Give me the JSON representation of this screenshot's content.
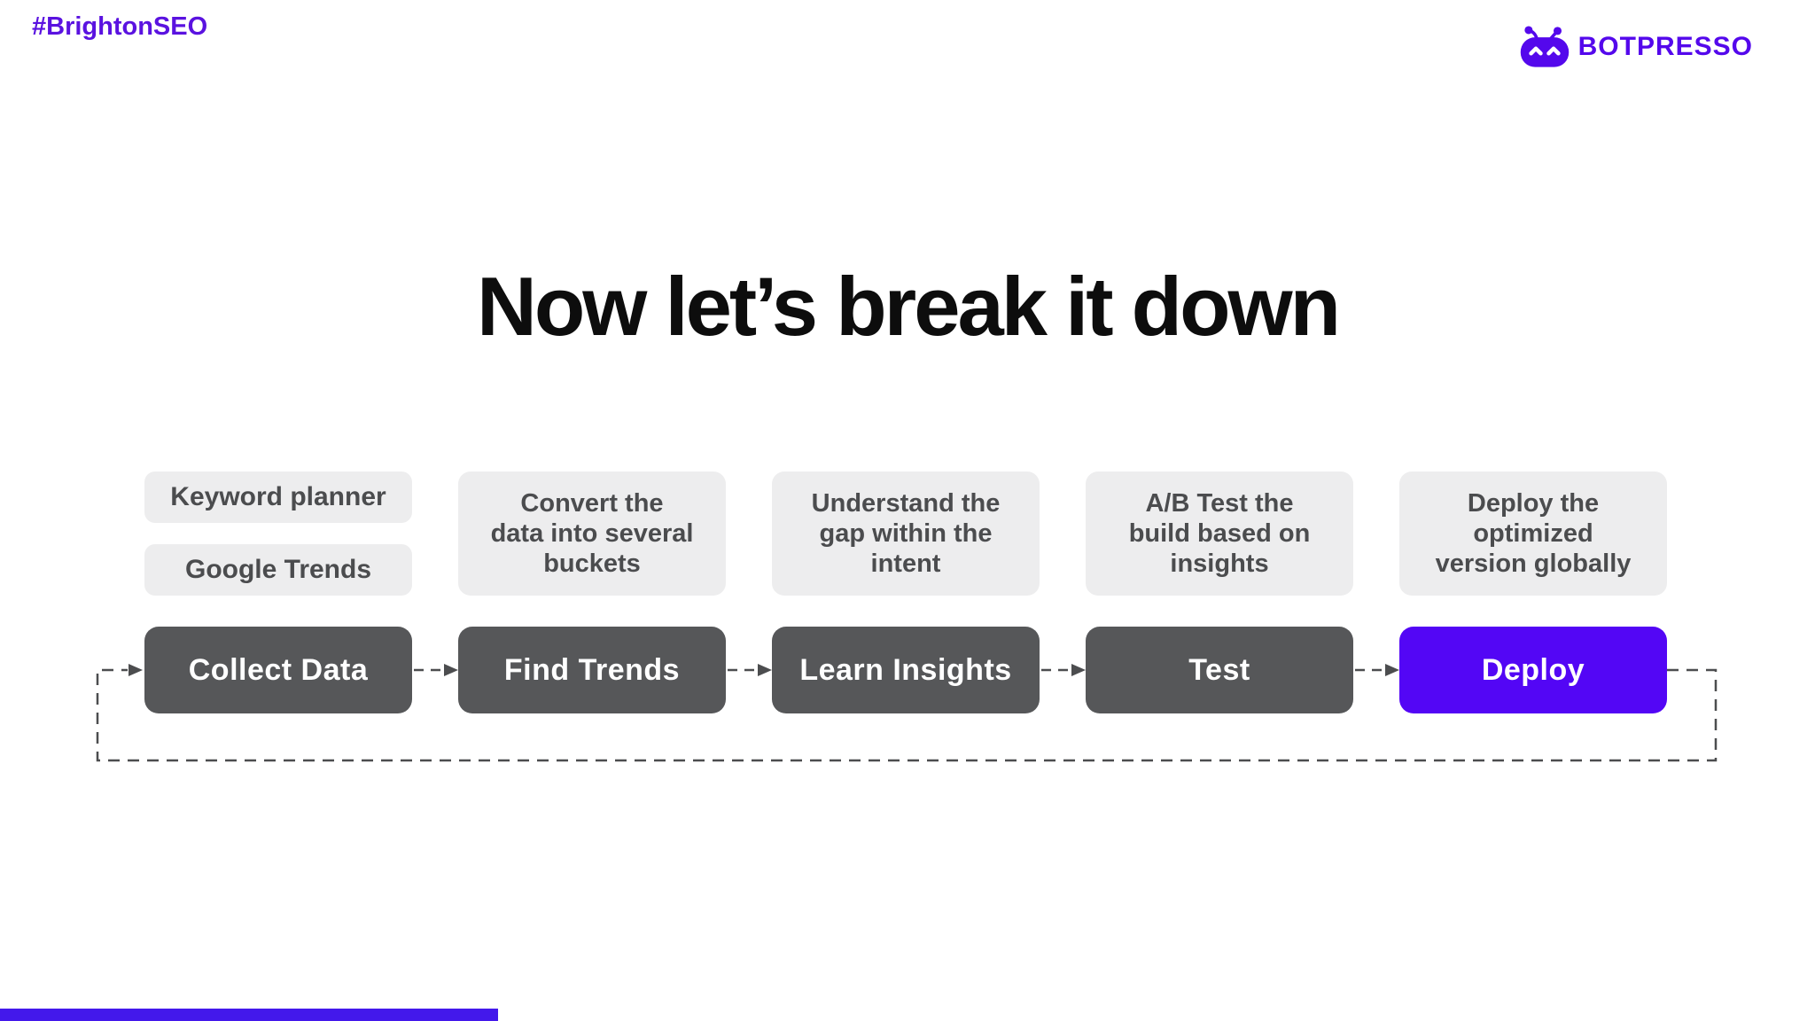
{
  "header": {
    "hashtag": "#BrightonSEO",
    "brand": "BOTPRESSO",
    "logo_icon": "robot-icon"
  },
  "title": "Now let’s break it down",
  "colors": {
    "brand_purple": "#5408ec",
    "hashtag_purple": "#5a12e0",
    "accent_deploy": "#5306f5",
    "dark_box": "#565759",
    "light_box": "#ededee",
    "note_text": "#4b4c4e",
    "connector": "#4c4d4f",
    "progress_bar": "#4318eb",
    "background": "#ffffff"
  },
  "flow": {
    "steps": [
      {
        "label": "Collect Data",
        "tools": [
          "Keyword planner",
          "Google Trends"
        ]
      },
      {
        "label": "Find Trends",
        "note_lines": [
          "Convert the",
          "data into several",
          "buckets"
        ]
      },
      {
        "label": "Learn Insights",
        "note_lines": [
          "Understand the",
          "gap within the",
          "intent"
        ]
      },
      {
        "label": "Test",
        "note_lines": [
          "A/B Test the",
          "build based on",
          "insights"
        ]
      },
      {
        "label": "Deploy",
        "note_lines": [
          "Deploy the",
          "optimized",
          "version globally"
        ],
        "highlight": true
      }
    ],
    "loop": "feedback-loop-dashed"
  }
}
